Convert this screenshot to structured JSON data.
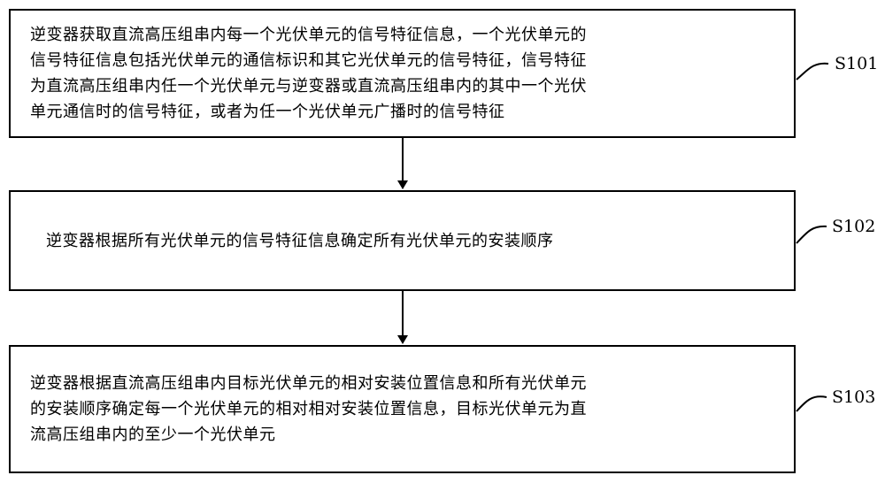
{
  "steps": [
    {
      "id": "S101",
      "text": "逆变器获取直流高压组串内每一个光伏单元的信号特征信息，一个光伏单元的\n信号特征信息包括光伏单元的通信标识和其它光伏单元的信号特征，信号特征\n为直流高压组串内任一个光伏单元与逆变器或直流高压组串内的其中一个光伏\n单元通信时的信号特征，或者为任一个光伏单元广播时的信号特征"
    },
    {
      "id": "S102",
      "text": "逆变器根据所有光伏单元的信号特征信息确定所有光伏单元的安装顺序"
    },
    {
      "id": "S103",
      "text": "逆变器根据直流高压组串内目标光伏单元的相对安装位置信息和所有光伏单元\n的安装顺序确定每一个光伏单元的相对相对安装位置信息，目标光伏单元为直\n流高压组串内的至少一个光伏单元"
    }
  ]
}
